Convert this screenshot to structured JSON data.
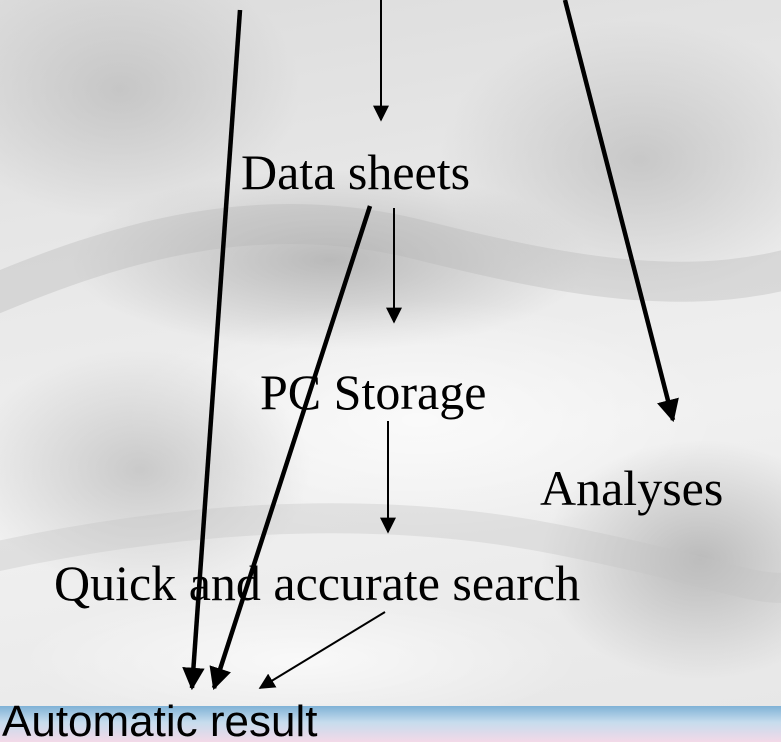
{
  "diagram": {
    "nodes": {
      "data_sheets": "Data sheets",
      "pc_storage": "PC Storage",
      "analyses": "Analyses",
      "quick_search": "Quick and accurate search",
      "automatic_result": "Automatic result"
    },
    "edges": [
      {
        "from": "above",
        "to": "data_sheets"
      },
      {
        "from": "above",
        "to": "analyses"
      },
      {
        "from": "above",
        "to": "automatic_result"
      },
      {
        "from": "data_sheets",
        "to": "pc_storage"
      },
      {
        "from": "data_sheets",
        "to": "automatic_result"
      },
      {
        "from": "pc_storage",
        "to": "quick_search"
      },
      {
        "from": "quick_search",
        "to": "automatic_result"
      }
    ]
  },
  "colors": {
    "text": "#000000",
    "arrow": "#000000",
    "background": "#e8e8e8",
    "band_blue": "#9cc3dd",
    "band_pink": "#f3d9e8"
  }
}
